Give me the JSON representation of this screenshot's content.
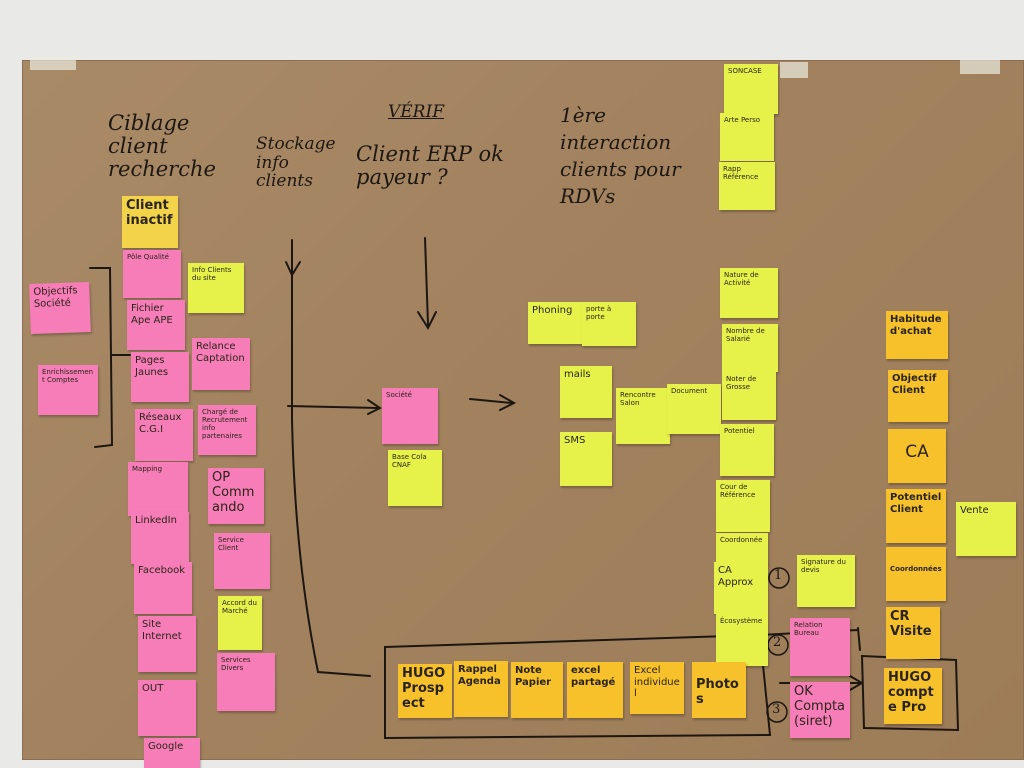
{
  "headings": {
    "ciblage": "Ciblage client recherche",
    "stockage": "Stockage info clients",
    "verif_title": "VÉRIF",
    "verif_text": "Client ERP ok payeur ?",
    "interaction": "1ère interaction clients pour RDVs"
  },
  "notes": {
    "client_inactif": "Client inactif",
    "objectifs_societe": "Objectifs Société",
    "pink_left_2": "Enrichissement Comptes",
    "n_a1": "Pôle Qualité",
    "n_fichier": "Fichier Ape APE",
    "n_pages": "Pages Jaunes",
    "n_reseaux": "Réseaux C.G.I",
    "n_mapping": "Mapping",
    "n_linkedin": "LinkedIn",
    "n_facebook": "Facebook",
    "n_site": "Site Internet",
    "n_out": "OUT",
    "n_google": "Google",
    "n_b1": "Info Clients du site",
    "n_b2": "Relance Captation",
    "n_b3": "Chargé de Recrutement info partenaires",
    "n_op": "OP Commando",
    "n_b4": "Service Client",
    "n_b5": "Accord du Marché",
    "n_b6": "Services Divers",
    "n_societe": "Société",
    "n_base": "Base Cola CNAF",
    "n_phoning": "Phoning",
    "n_porte": "porte à porte",
    "n_mails": "mails",
    "n_sms": "SMS",
    "n_salon": "Rencontre Salon",
    "n_document": "Document",
    "n_sonc": "SONCASE",
    "n_perso": "Arte Perso",
    "n_rapp": "Rapp Référence",
    "n_nature": "Nature de Activité",
    "n_nombre": "Nombre de Salarié",
    "n_noter": "Noter de Grosse",
    "n_potentiel_y": "Potentiel",
    "n_cour": "Cour de Référence",
    "n_coord": "Coordonnée",
    "n_ca_approx": "CA Approx",
    "n_ecosys": "Écosystème",
    "n_signature": "Signature du devis",
    "n_mid_pink": "Relation Bureau",
    "n_ok_compta": "OK Compta (siret)",
    "n_habitude": "Habitude d'achat",
    "n_obj_client": "Objectif Client",
    "n_ca": "CA",
    "n_pot_client": "Potentiel Client",
    "n_coordonnees": "Coordonnées",
    "n_cr": "CR Visite",
    "n_hugo_compte": "HUGO compte Pro",
    "n_vente": "Vente",
    "n_hugo": "HUGO Prospect",
    "n_rappel": "Rappel Agenda",
    "n_note": "Note Papier",
    "n_excel_p": "excel partagé",
    "n_excel_i": "Excel individuel",
    "n_photos": "Photos"
  },
  "markers": {
    "m1": "1",
    "m2": "2",
    "m3": "3"
  },
  "colors": {
    "pink": "#f77db8",
    "yellow": "#f3d34a",
    "lime": "#e6f24a",
    "orange": "#f6c12a",
    "kraft": "#a3835f"
  }
}
